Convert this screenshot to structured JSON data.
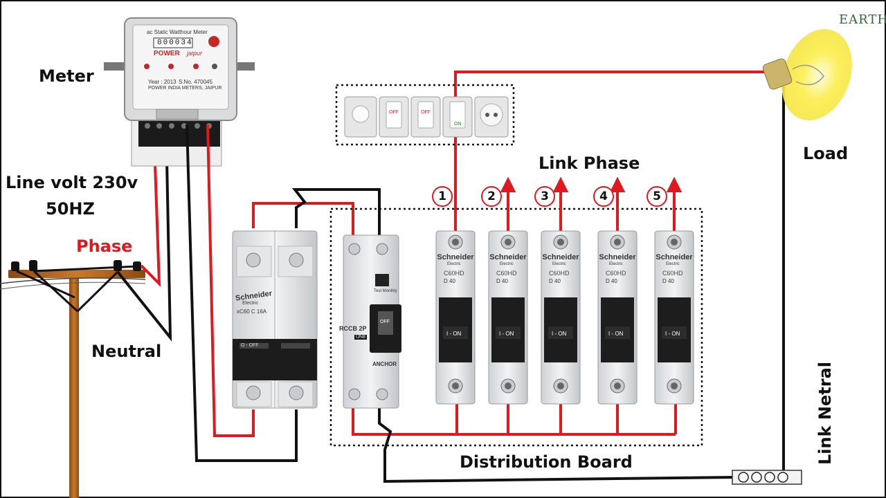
{
  "labels": {
    "meter": "Meter",
    "line_volt": "Line volt 230v",
    "frequency": "50HZ",
    "phase": "Phase",
    "neutral": "Neutral",
    "link_phase": "Link Phase",
    "load": "Load",
    "link_neutral": "Link Netral",
    "distribution_board": "Distribution Board"
  },
  "logo": "EARTH",
  "meter": {
    "title": "ac Static Watthour Meter",
    "reading": "000034",
    "brand": "POWER",
    "brand_sub": "jaipur",
    "maker": "POWER INDIA METERS, JAIPUR",
    "year": "Year : 2013",
    "serial": "S.No. 470045"
  },
  "main_breaker": {
    "brand": "Schneider",
    "sub": "Electric",
    "model": "xC60  C 16A",
    "state": "O - OFF"
  },
  "rccb": {
    "name": "RCCB 2P",
    "badge": "UN8",
    "brand": "ANCHOR",
    "test": "Test Monthly",
    "state": "OFF"
  },
  "mcbs": [
    {
      "number": "1",
      "brand": "Schneider",
      "sub": "Electric",
      "model": "C60HD",
      "rating": "D 40",
      "state": "I - ON"
    },
    {
      "number": "2",
      "brand": "Schneider",
      "sub": "Electric",
      "model": "C60HD",
      "rating": "D 40",
      "state": "I - ON"
    },
    {
      "number": "3",
      "brand": "Schneider",
      "sub": "Electric",
      "model": "C60HD",
      "rating": "D 40",
      "state": "I - ON"
    },
    {
      "number": "4",
      "brand": "Schneider",
      "sub": "Electric",
      "model": "C60HD",
      "rating": "D 40",
      "state": "I - ON"
    },
    {
      "number": "5",
      "brand": "Schneider",
      "sub": "Electric",
      "model": "C60HD",
      "rating": "D 40",
      "state": "I - ON"
    }
  ],
  "switch_panel": {
    "switch1": "OFF",
    "switch2": "OFF",
    "switch3": "ON"
  },
  "colors": {
    "phase_wire": "#e0191f",
    "neutral_wire": "#111111",
    "pole_wood": "#b5651d",
    "bulb_glow": "#f7e84a"
  }
}
